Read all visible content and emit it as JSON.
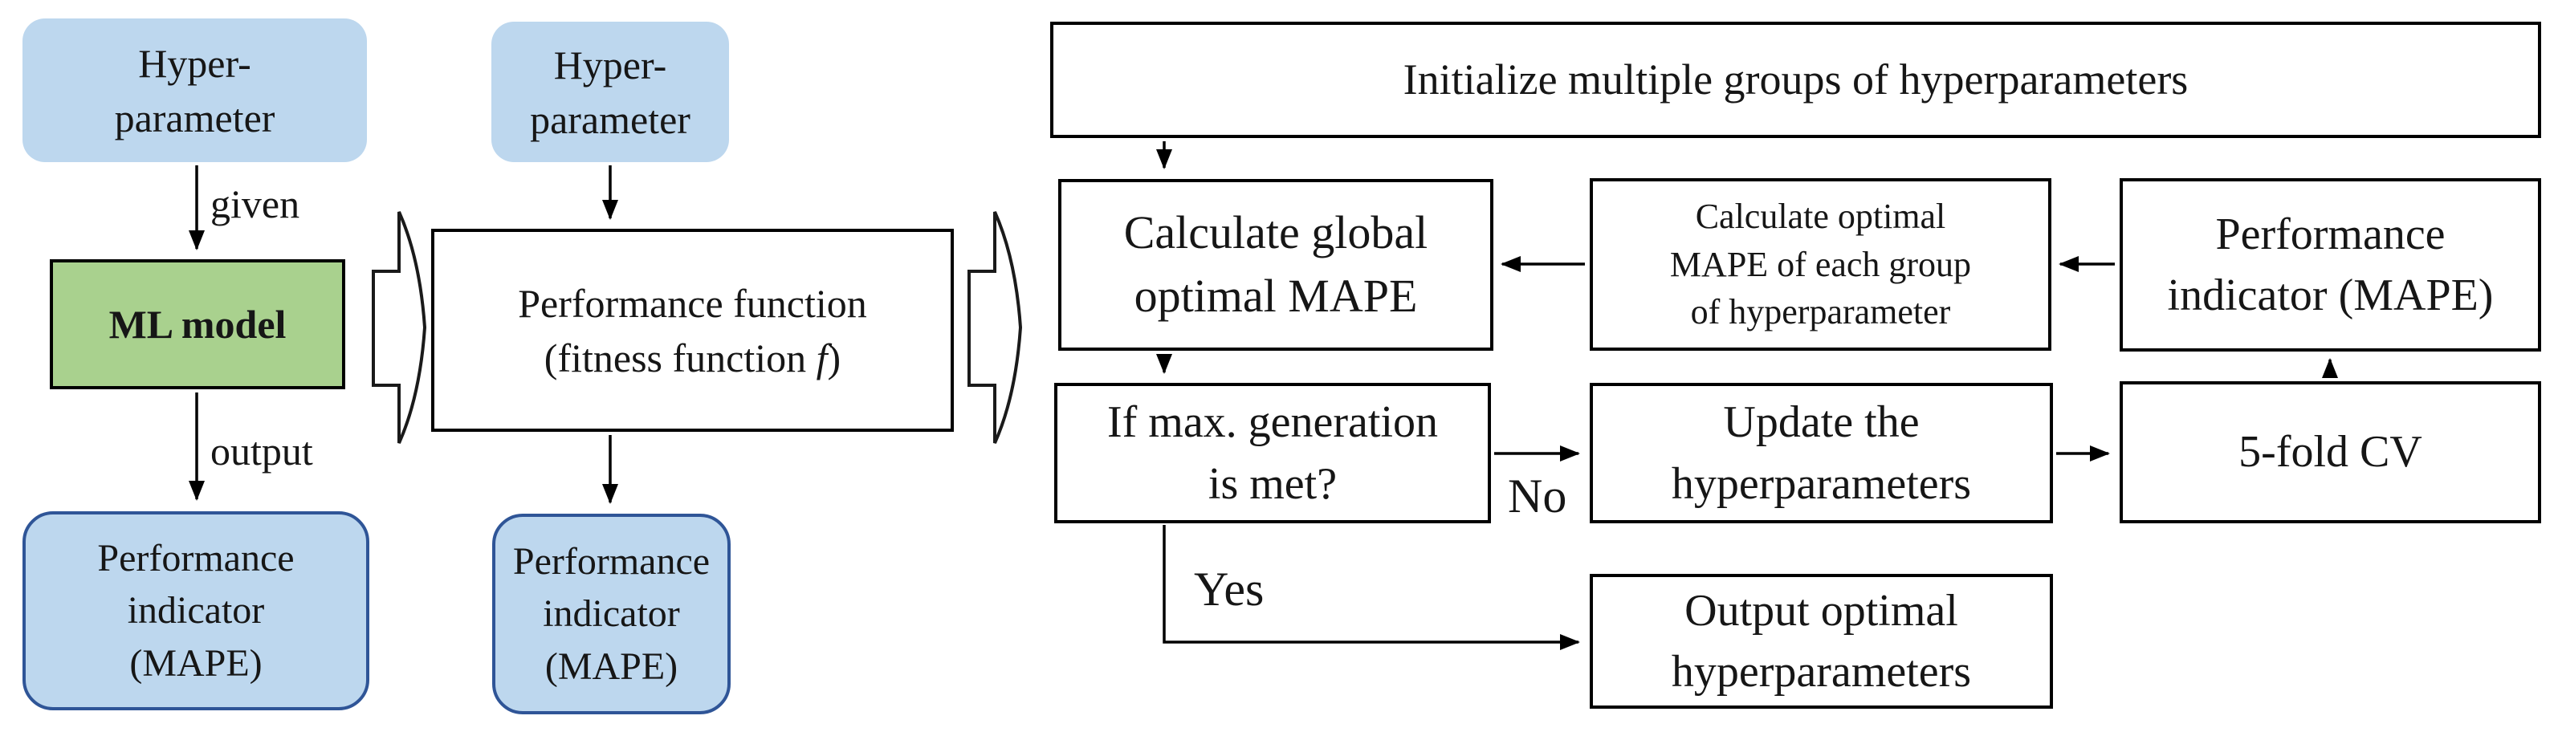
{
  "left": {
    "hyperparameter_box": "Hyper-\nparameter",
    "given_label": "given",
    "ml_model_box": "ML model",
    "output_label": "output",
    "performance_box": "Performance\nindicator\n(MAPE)"
  },
  "middle": {
    "hyperparameter_box": "Hyper-\nparameter",
    "function_box": {
      "line1": "Performance function",
      "line2_pre": "(fitness function ",
      "f": "f",
      "line2_post": ")"
    },
    "performance_box": "Performance\nindicator\n(MAPE)"
  },
  "right": {
    "initialize_box": "Initialize multiple groups of hyperparameters",
    "global_mape_box": "Calculate global\noptimal MAPE",
    "group_mape_box": "Calculate optimal\nMAPE of each group\nof hyperparameter",
    "performance_box": "Performance\nindicator (MAPE)",
    "max_generation_box": "If max. generation\nis met?",
    "update_box": "Update the\nhyperparameters",
    "cv_box": "5-fold CV",
    "output_box": "Output optimal\nhyperparameters",
    "no_label": "No",
    "yes_label": "Yes"
  },
  "colors": {
    "light_blue_fill": "#BDD7EE",
    "dark_blue_border": "#2F5597",
    "green_fill": "#A9D18E",
    "line_black": "#000000",
    "background": "#FFFFFF"
  }
}
